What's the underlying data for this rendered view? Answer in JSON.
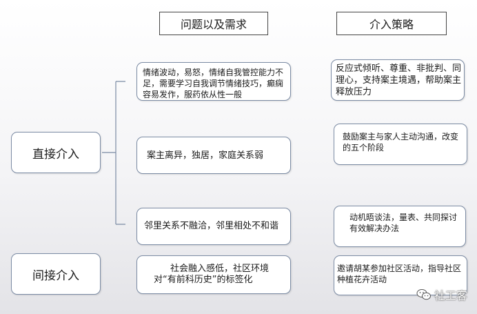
{
  "headers": {
    "problems": "问题以及需求",
    "strategy": "介入策略"
  },
  "left": {
    "direct": "直接介入",
    "indirect": "间接介入"
  },
  "problems": [
    "情绪波动，易怒，情绪自我管控能力不足，需要学习自我调节情绪技巧，癫痫容易发作，服药依从性一般",
    "案主离异，独居，家庭关系弱",
    "邻里关系不融洽，邻里相处不和谐",
    "社会融入感低，社区环境对“有前科历史”的标签化"
  ],
  "strategies": [
    "反应式倾听、尊重、非批判、同理心，支持案主境遇，帮助案主释放压力",
    "鼓励案主与家人主动沟通，改变的五个阶段",
    "动机晤谈法，量表、共同探讨有效解决办法",
    "邀请胡某参加社区活动，指导社区种植花卉活动"
  ],
  "watermark": "社工客"
}
